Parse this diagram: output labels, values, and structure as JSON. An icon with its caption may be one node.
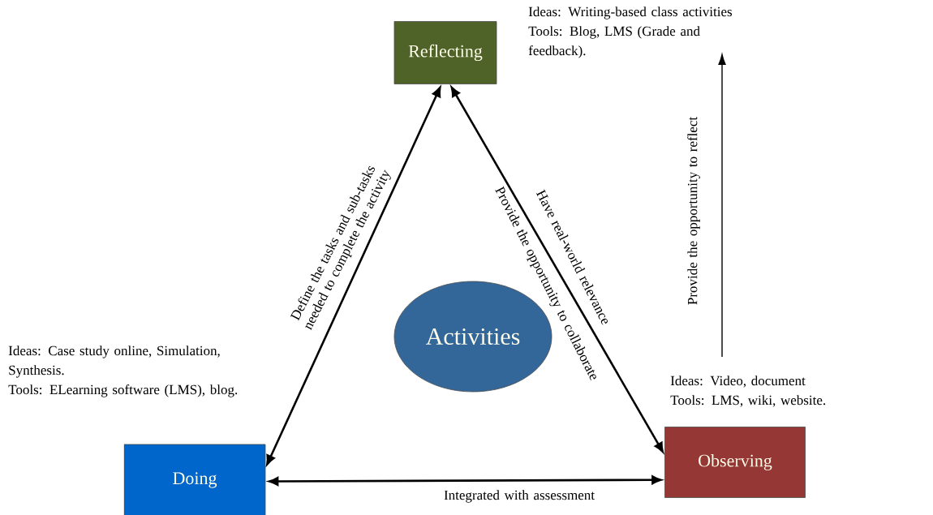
{
  "diagram": {
    "nodes": [
      {
        "text": [
          "Reflecting"
        ],
        "beside": [
          "Ideas:  Writing-based class activities",
          "Tools: Blog,   LMS (Grade and feedback)."
        ]
      },
      {
        "text": [
          "Doing"
        ],
        "beside": [
          "Ideas: Case study online, Simulation, Synthesis.",
          "Tools: ELearning software (LMS), blog."
        ]
      },
      {
        "text": [
          "Observing"
        ],
        "beside": [
          "Ideas:  Video, document",
          "Tools: LMS, wiki, website."
        ]
      },
      {
        "text": [
          "Activities"
        ]
      }
    ],
    "edges": [
      {
        "from": 1,
        "to": 0,
        "arrow": "both",
        "label": "Define the tasks and sub-tasks needed to complete the activity"
      },
      {
        "from": 0,
        "to": 2,
        "arrow": "both",
        "label": "Have real-world relevance"
      },
      {
        "from": 1,
        "to": 2,
        "arrow": "both",
        "label": "Integrated with assessment"
      }
    ],
    "labels": [
      "Provide the opportunity to collaborate",
      "Provide the opportunity to reflect"
    ]
  }
}
